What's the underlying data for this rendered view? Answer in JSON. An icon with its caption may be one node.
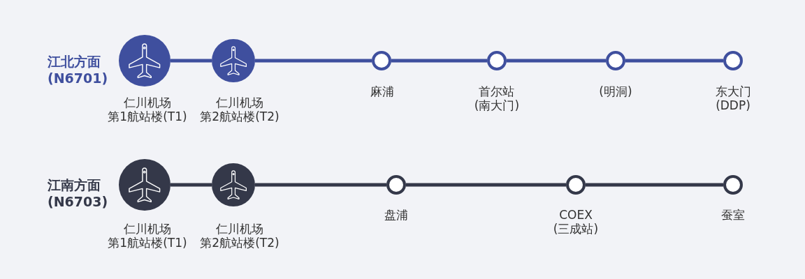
{
  "diagram": {
    "nodes": [
      {
        "text": [
          "仁川机场第1航站楼(T1)"
        ]
      },
      {
        "text": [
          "仁川机场第2航站楼(T2)"
        ]
      },
      {
        "text": [
          "麻浦"
        ]
      },
      {
        "text": [
          "首尔站(南大门)"
        ]
      },
      {
        "text": [
          "(明洞)"
        ]
      },
      {
        "text": [
          "东大门(DDP)"
        ]
      },
      {
        "text": [
          "仁川机场第1航站楼(T1)"
        ]
      },
      {
        "text": [
          "仁川机场第2航站楼(T2)"
        ]
      },
      {
        "text": [
          "盘浦"
        ]
      },
      {
        "text": [
          "COEX(三成站)"
        ]
      },
      {
        "text": [
          "蚕室"
        ]
      }
    ],
    "edges": [
      {
        "from": 0,
        "to": 1,
        "arrow": "none"
      },
      {
        "from": 1,
        "to": 2,
        "arrow": "none"
      },
      {
        "from": 2,
        "to": 3,
        "arrow": "none"
      },
      {
        "from": 3,
        "to": 4,
        "arrow": "none"
      },
      {
        "from": 4,
        "to": 5,
        "arrow": "none"
      },
      {
        "from": 6,
        "to": 7,
        "arrow": "none",
        "color": "#343849"
      },
      {
        "from": 7,
        "to": 8,
        "arrow": "none",
        "color": "#343849"
      },
      {
        "from": 8,
        "to": 9,
        "arrow": "none",
        "color": "#343849"
      },
      {
        "from": 9,
        "to": 10,
        "arrow": "none",
        "color": "#343849"
      }
    ],
    "labels": [
      "江北方面(N6701)",
      "江南方面(N6703)"
    ]
  }
}
